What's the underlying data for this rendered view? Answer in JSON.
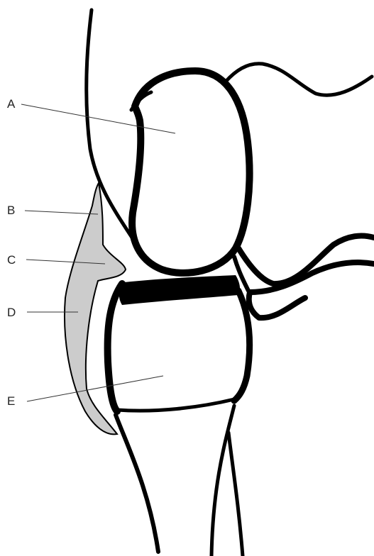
{
  "diagram": {
    "colors": {
      "outline": "#000000",
      "shaded_structure": "#cccccc",
      "background": "#ffffff",
      "label_text": "#222222"
    },
    "labels": {
      "a": "A",
      "b": "B",
      "c": "C",
      "d": "D",
      "e": "E"
    }
  }
}
